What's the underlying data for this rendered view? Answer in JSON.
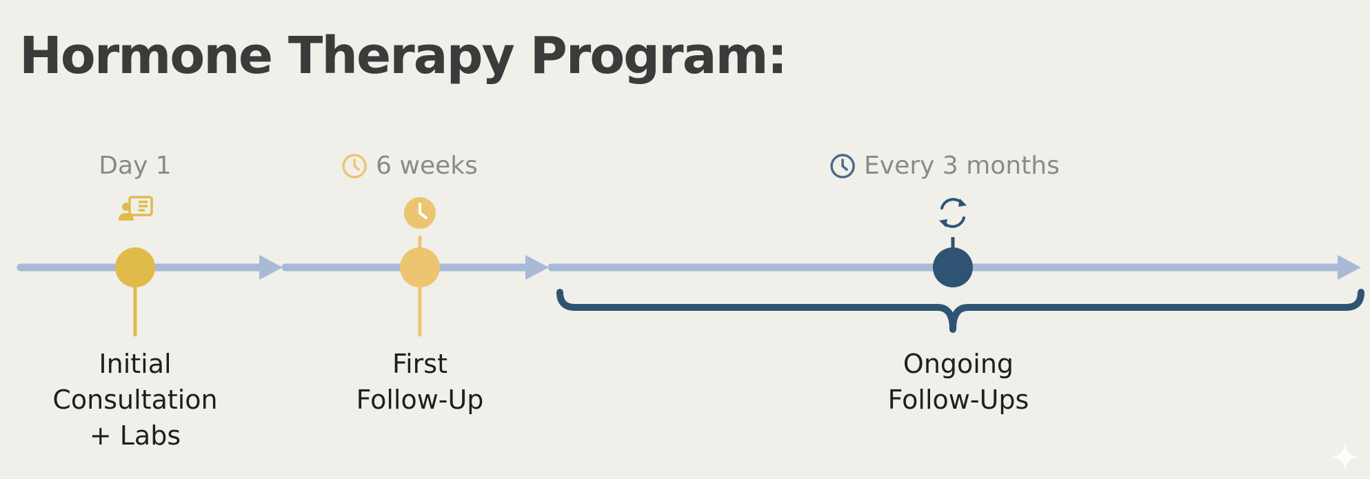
{
  "title": "Hormone Therapy Program:",
  "colors": {
    "background": "#f0efe9",
    "timeline": "#a9bad6",
    "gold_dark": "#e0bb4a",
    "gold_light": "#ecc571",
    "navy": "#2f5473",
    "clock_gray": "#4a6a8a"
  },
  "milestones": [
    {
      "time": "Day 1",
      "time_icon": "",
      "marker_icon": "consultation-icon",
      "label_lines": [
        "Initial",
        "Consultation",
        "+ Labs"
      ]
    },
    {
      "time": "6 weeks",
      "time_icon": "clock-icon",
      "marker_icon": "clock-icon",
      "label_lines": [
        "First",
        "Follow-Up"
      ]
    },
    {
      "time": "Every 3 months",
      "time_icon": "clock-icon",
      "marker_icon": "refresh-icon",
      "label_lines": [
        "Ongoing",
        "Follow-Ups"
      ]
    }
  ]
}
